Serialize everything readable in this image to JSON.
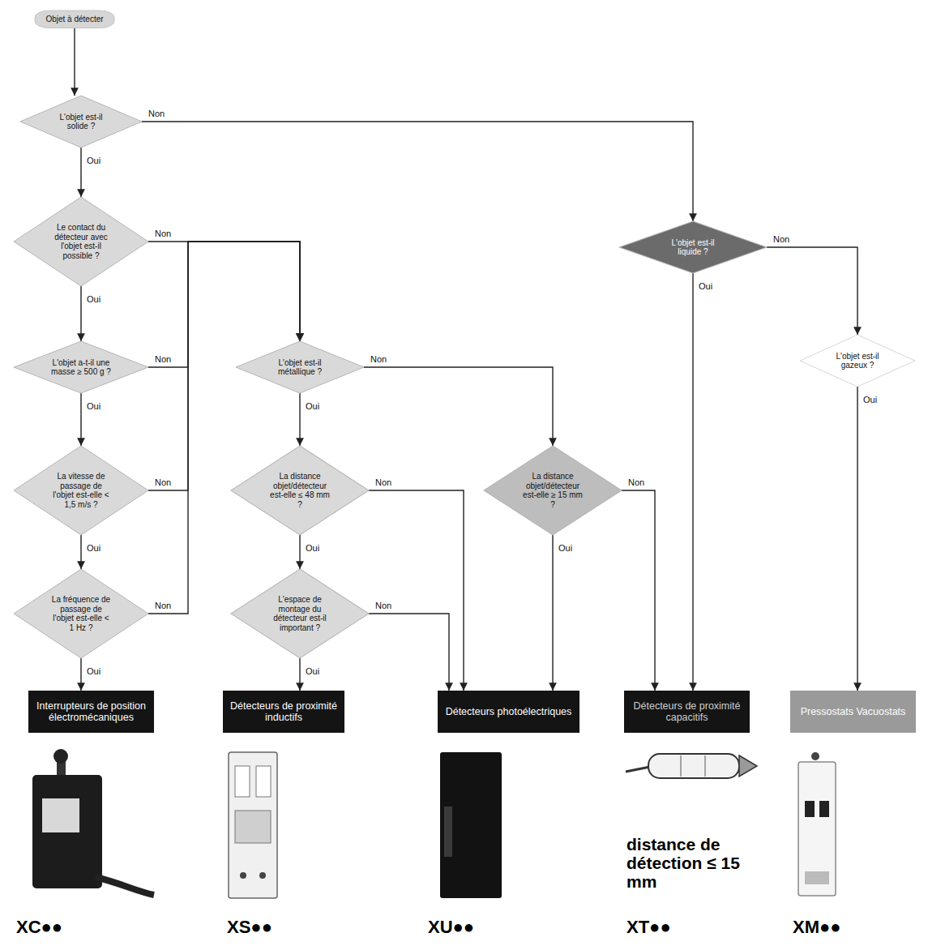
{
  "diagram": {
    "nodes": [
      {
        "text": [
          "Objet à détecter"
        ]
      },
      {
        "text": [
          "L'objet est-il solide ?"
        ]
      },
      {
        "text": [
          "Le contact du détecteur avec l'objet est-il possible ?"
        ]
      },
      {
        "text": [
          "L'objet a-t-il une masse ≥ 500 g ?"
        ]
      },
      {
        "text": [
          "La vitesse de passage de l'objet est-elle < 1,5 m/s ?"
        ]
      },
      {
        "text": [
          "La fréquence de passage de l'objet est-elle < 1 Hz ?"
        ]
      },
      {
        "text": [
          "L'objet est-il métallique ?"
        ]
      },
      {
        "text": [
          "La distance objet/détecteur est-elle ≤ 48 mm ?"
        ]
      },
      {
        "text": [
          "L'espace de montage du détecteur est-il important ?"
        ]
      },
      {
        "text": [
          "La distance objet/détecteur est-elle ≥ 15 mm ?"
        ]
      },
      {
        "text": [
          "L'objet est-il liquide ?"
        ]
      },
      {
        "text": [
          "L'objet est-il gazeux ?"
        ]
      },
      {
        "text": [
          "Interrupteurs de position électromécaniques"
        ]
      },
      {
        "text": [
          "Détecteurs de proximité inductifs"
        ]
      },
      {
        "text": [
          "Détecteurs photoélectriques"
        ]
      },
      {
        "text": [
          "Détecteurs de proximité capacitifs"
        ]
      },
      {
        "text": [
          "Pressostats Vacuostats"
        ]
      }
    ],
    "edges": [
      {
        "from": 0,
        "to": 1,
        "arrow": "to"
      },
      {
        "from": 1,
        "to": 2,
        "label": "Oui",
        "arrow": "to"
      },
      {
        "from": 1,
        "to": 10,
        "label": "Non",
        "arrow": "to"
      },
      {
        "from": 2,
        "to": 3,
        "label": "Oui",
        "arrow": "to"
      },
      {
        "from": 2,
        "to": 6,
        "label": "Non",
        "arrow": "to"
      },
      {
        "from": 3,
        "to": 4,
        "label": "Oui",
        "arrow": "to"
      },
      {
        "from": 3,
        "to": 6,
        "label": "Non",
        "arrow": "to"
      },
      {
        "from": 4,
        "to": 5,
        "label": "Oui",
        "arrow": "to"
      },
      {
        "from": 4,
        "to": 6,
        "label": "Non",
        "arrow": "to"
      },
      {
        "from": 5,
        "to": 12,
        "label": "Oui",
        "arrow": "to"
      },
      {
        "from": 5,
        "to": 6,
        "label": "Non",
        "arrow": "to"
      },
      {
        "from": 6,
        "to": 7,
        "label": "Oui",
        "arrow": "to"
      },
      {
        "from": 6,
        "to": 9,
        "label": "Non",
        "arrow": "to"
      },
      {
        "from": 7,
        "to": 8,
        "label": "Oui",
        "arrow": "to"
      },
      {
        "from": 7,
        "to": 14,
        "label": "Non",
        "arrow": "to"
      },
      {
        "from": 8,
        "to": 13,
        "label": "Oui",
        "arrow": "to"
      },
      {
        "from": 8,
        "to": 14,
        "label": "Non",
        "arrow": "to"
      },
      {
        "from": 9,
        "to": 14,
        "label": "Oui",
        "arrow": "to"
      },
      {
        "from": 9,
        "to": 15,
        "label": "Non",
        "arrow": "to"
      },
      {
        "from": 10,
        "to": 15,
        "label": "Oui",
        "arrow": "to"
      },
      {
        "from": 10,
        "to": 11,
        "label": "Non",
        "arrow": "to"
      },
      {
        "from": 11,
        "to": 16,
        "label": "Oui",
        "arrow": "to"
      }
    ],
    "labels": [
      "XC●●",
      "XS●●",
      "XU●●",
      "XT●●",
      "XM●●",
      "distance de détection ≤ 15 mm"
    ]
  }
}
